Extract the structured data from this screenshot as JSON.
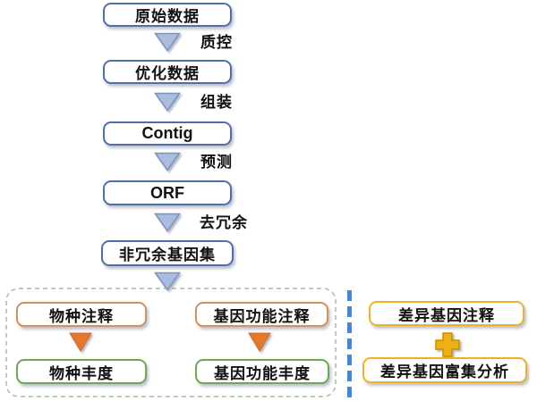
{
  "pipeline": {
    "nodes": [
      "原始数据",
      "优化数据",
      "Contig",
      "ORF",
      "非冗余基因集"
    ],
    "steps": [
      "质控",
      "组装",
      "预测",
      "去冗余"
    ]
  },
  "annotation_panel": {
    "species_annotation": "物种注释",
    "species_abundance": "物种丰度",
    "function_annotation": "基因功能注释",
    "function_abundance": "基因功能丰度"
  },
  "diff_panel": {
    "diff_gene_annotation": "差异基因注释",
    "diff_gene_enrichment": "差异基因富集分析"
  },
  "colors": {
    "node_border_blue": "#4e6fae",
    "arrow_blue_fill": "#a9bddf",
    "arrow_blue_stroke": "#8294bd",
    "annotation_border_orange": "#d2925e",
    "abundance_border_green": "#6fa84e",
    "diff_border_gold": "#f2b029",
    "arrow_orange_fill": "#e2792e",
    "plus_gold_fill": "#eeb012",
    "container_dash_green": "#a9c9a4",
    "divider_dash_blue": "#4a86c8"
  }
}
